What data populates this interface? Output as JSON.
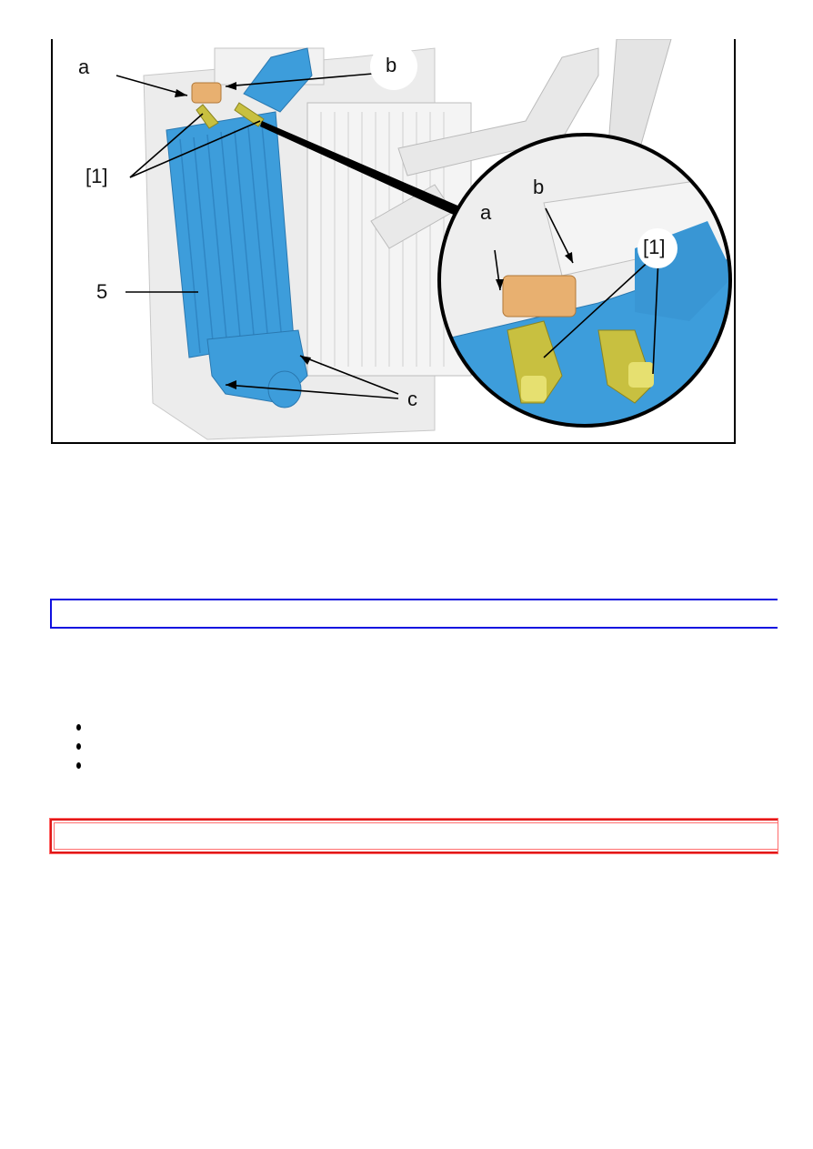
{
  "figure": {
    "name": "intercooler-removal-illustration",
    "callouts": {
      "a_main": "a",
      "b_main": "b",
      "tool_main": "[1]",
      "part_5": "5",
      "c": "c",
      "a_detail": "a",
      "b_detail": "b",
      "tool_detail": "[1]"
    },
    "colors": {
      "part_blue": "#3d9ddb",
      "tool_yellow": "#c8c040",
      "clamp_orange": "#e8b070",
      "frame_gray": "#e6e6e6"
    }
  },
  "info_box": {
    "text": "",
    "border_color": "#1010e0"
  },
  "bullet_list": {
    "items": [
      "",
      "",
      ""
    ]
  },
  "warning_box": {
    "text": "",
    "border_color": "#e01818"
  }
}
